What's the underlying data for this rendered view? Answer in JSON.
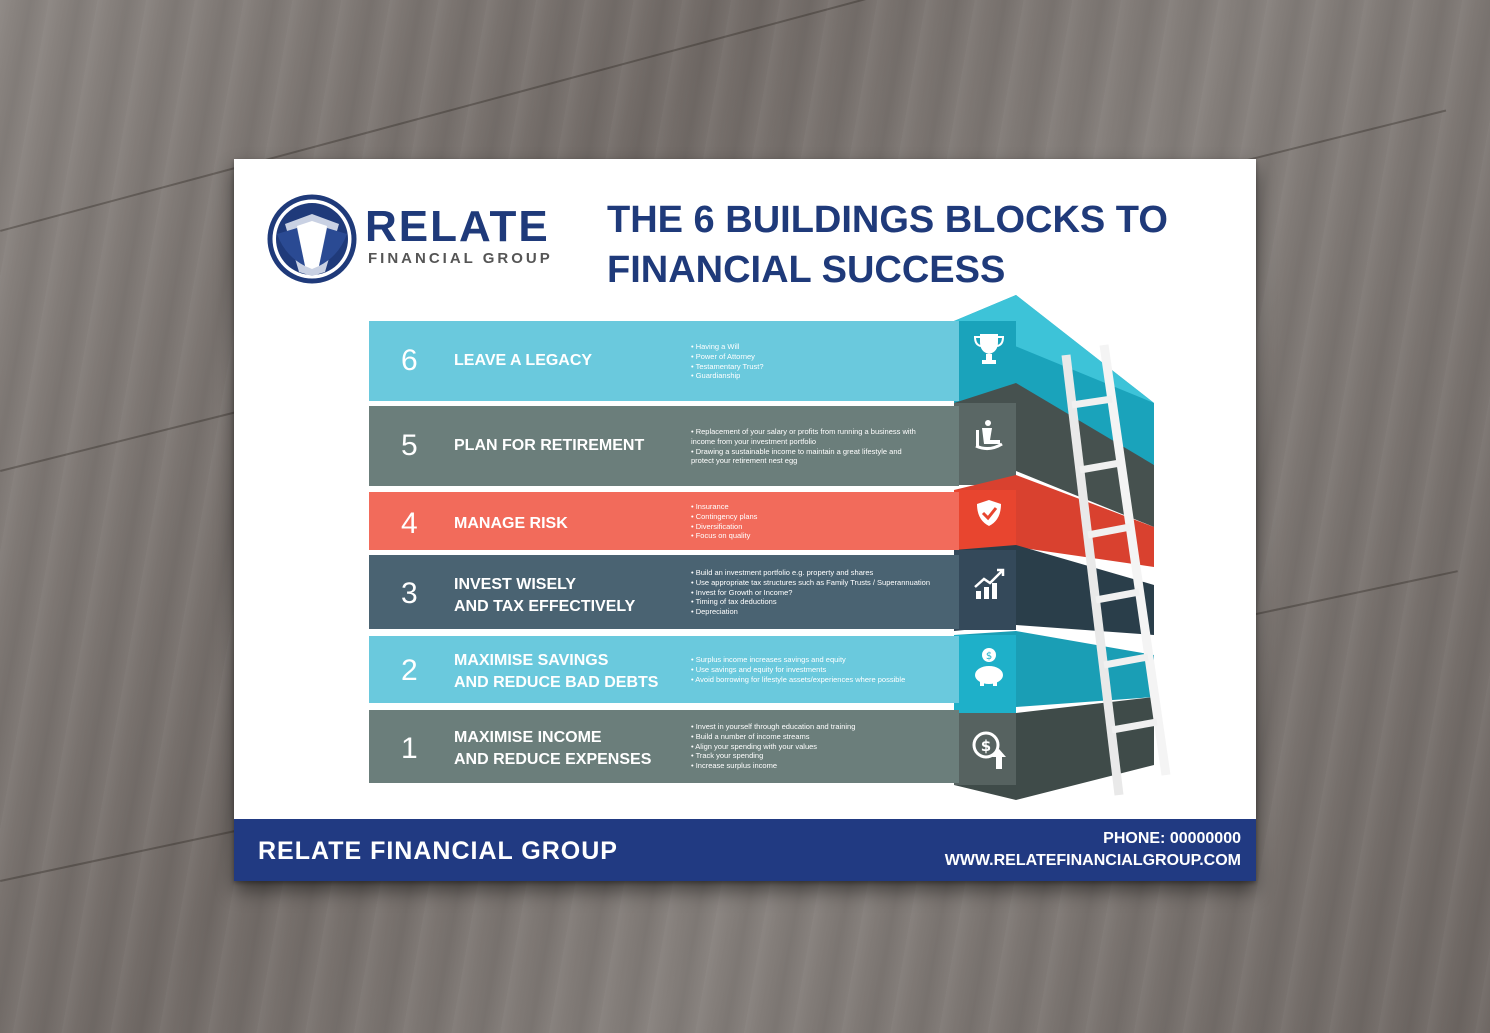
{
  "brand": {
    "name": "RELATE",
    "subtitle": "FINANCIAL GROUP"
  },
  "title_lines": [
    "THE 6 BUILDINGS BLOCKS TO",
    "FINANCIAL SUCCESS"
  ],
  "blocks": [
    {
      "number": "6",
      "label_lines": [
        "LEAVE A LEGACY"
      ],
      "bullets": [
        "• Having a Will",
        "• Power of Attorney",
        "• Testamentary Trust?",
        "• Guardianship"
      ],
      "color": "#6ac9dd",
      "icon": "trophy-icon"
    },
    {
      "number": "5",
      "label_lines": [
        "PLAN FOR RETIREMENT"
      ],
      "bullets": [
        "• Replacement of your salary or profits from running a business with income from your investment portfolio",
        "•  Drawing  a  sustainable  income  to  maintain  a  great  lifestyle and protect your retirement nest egg"
      ],
      "color": "#6b7e7b",
      "icon": "rocking-chair-icon"
    },
    {
      "number": "4",
      "label_lines": [
        "MANAGE RISK"
      ],
      "bullets": [
        "• Insurance",
        "• Contingency plans",
        "• Diversification",
        "• Focus on quality"
      ],
      "color": "#f26b5b",
      "icon": "shield-check-icon"
    },
    {
      "number": "3",
      "label_lines": [
        "INVEST WISELY",
        "AND TAX EFFECTIVELY"
      ],
      "bullets": [
        "• Build an investment portfolio e.g. property and shares",
        "• Use appropriate tax structures such as Family Trusts / Superannuation",
        "• Invest for Growth or Income?",
        "• Timing of tax deductions",
        "• Depreciation"
      ],
      "color": "#4a6372",
      "icon": "growth-chart-icon"
    },
    {
      "number": "2",
      "label_lines": [
        "MAXIMISE SAVINGS",
        "AND REDUCE BAD DEBTS"
      ],
      "bullets": [
        "• Surplus income increases savings and equity",
        "• Use savings and equity for investments",
        "• Avoid borrowing for lifestyle assets/experiences where possible"
      ],
      "color": "#6ac9dd",
      "icon": "piggy-bank-icon"
    },
    {
      "number": "1",
      "label_lines": [
        "MAXIMISE INCOME",
        "AND REDUCE EXPENSES"
      ],
      "bullets": [
        "• Invest in yourself through education and training",
        "• Build a number of income streams",
        "• Align your spending with your values",
        "• Track your spending",
        "• Increase surplus income"
      ],
      "color": "#6b7e7b",
      "icon": "dollar-up-icon"
    }
  ],
  "footer": {
    "company": "RELATE FINANCIAL GROUP",
    "phone": "PHONE: 00000000",
    "website": "WWW.RELATEFINANCIALGROUP.COM"
  },
  "colors": {
    "brand_blue": "#213a82",
    "title_blue": "#1f3a7a"
  }
}
